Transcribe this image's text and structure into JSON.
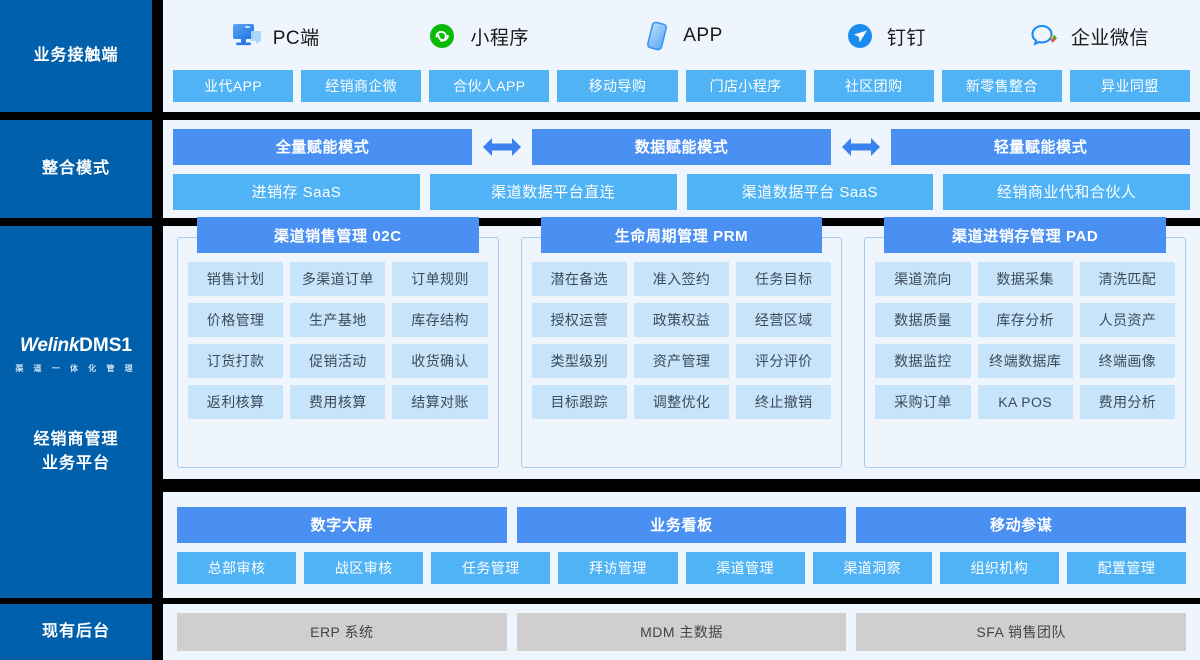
{
  "colors": {
    "sidebar_blue": "#0160ab",
    "panel_bg": "#eef5fd",
    "header_blue": "#4a90f2",
    "chip_blue": "#4fb3f5",
    "cell_blue": "#c7e4fb",
    "backend_gray": "#cfcfcf"
  },
  "touchpoints": {
    "label": "业务接触端",
    "channels": [
      {
        "icon": "pc-monitor-icon",
        "label": "PC端"
      },
      {
        "icon": "wechat-miniprogram-icon",
        "label": "小程序"
      },
      {
        "icon": "mobile-phone-icon",
        "label": "APP"
      },
      {
        "icon": "dingtalk-icon",
        "label": "钉钉"
      },
      {
        "icon": "wecom-icon",
        "label": "企业微信"
      }
    ],
    "chips": [
      "业代APP",
      "经销商企微",
      "合伙人APP",
      "移动导购",
      "门店小程序",
      "社区团购",
      "新零售整合",
      "异业同盟"
    ]
  },
  "modes": {
    "label": "整合模式",
    "primary": [
      "全量赋能模式",
      "数据赋能模式",
      "轻量赋能模式"
    ],
    "arrow_icon": "double-arrow-icon",
    "secondary": [
      "进销存 SaaS",
      "渠道数据平台直连",
      "渠道数据平台 SaaS",
      "经销商业代和合伙人"
    ]
  },
  "dms": {
    "logo": {
      "brand": "Welink",
      "product": "DMS1",
      "tagline": "渠 道 一 体 化 管 理"
    },
    "label": "经销商管理\n业务平台",
    "label_line1": "经销商管理",
    "label_line2": "业务平台",
    "modules": [
      {
        "title": "渠道销售管理 02C",
        "cells": [
          "销售计划",
          "多渠道订单",
          "订单规则",
          "价格管理",
          "生产基地",
          "库存结构",
          "订货打款",
          "促销活动",
          "收货确认",
          "返利核算",
          "费用核算",
          "结算对账"
        ]
      },
      {
        "title": "生命周期管理 PRM",
        "cells": [
          "潜在备选",
          "准入签约",
          "任务目标",
          "授权运营",
          "政策权益",
          "经营区域",
          "类型级别",
          "资产管理",
          "评分评价",
          "目标跟踪",
          "调整优化",
          "终止撤销"
        ]
      },
      {
        "title": "渠道进销存管理 PAD",
        "cells": [
          "渠道流向",
          "数据采集",
          "清洗匹配",
          "数据质量",
          "库存分析",
          "人员资产",
          "数据监控",
          "终端数据库",
          "终端画像",
          "采购订单",
          "KA POS",
          "费用分析"
        ]
      }
    ],
    "lower_primary": [
      "数字大屏",
      "业务看板",
      "移动参谋"
    ],
    "lower_chips": [
      "总部审核",
      "战区审核",
      "任务管理",
      "拜访管理",
      "渠道管理",
      "渠道洞察",
      "组织机构",
      "配置管理"
    ]
  },
  "backend": {
    "label": "现有后台",
    "systems": [
      "ERP 系统",
      "MDM 主数据",
      "SFA 销售团队"
    ]
  }
}
